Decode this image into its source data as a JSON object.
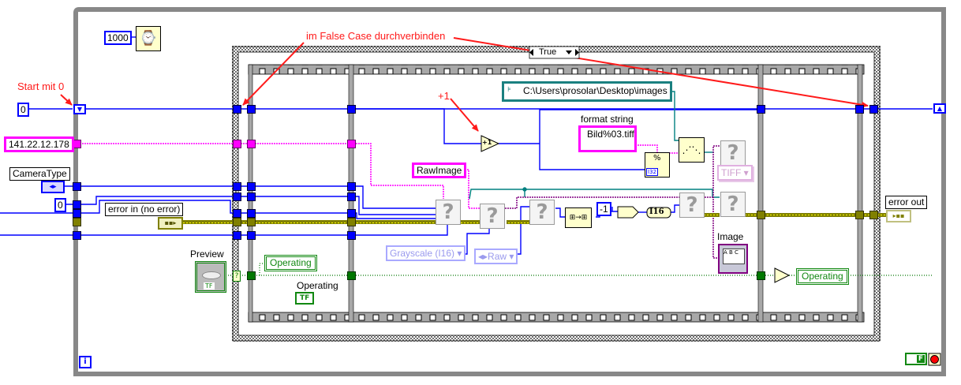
{
  "diagram": {
    "wait_ms_constant": "1000",
    "wait_icon": "wait-ms-watch-icon",
    "shift_register_init": "0",
    "ip_address": "141.22.12.178",
    "camera_type_label": "CameraType",
    "camera_type_enum_icon": "enum-arrows-icon",
    "zero_constant": "0",
    "error_in_label": "error in (no error)",
    "error_out_label": "error out",
    "preview_label": "Preview",
    "preview_tf": "TF",
    "operating_local": "Operating",
    "operating_label": "Operating",
    "operating_tf": "TF",
    "operating_out": "Operating",
    "case_selector": "True",
    "path_constant": "C:\\Users\\prosolar\\Desktop\\images",
    "format_string_label": "format string",
    "format_string_value": "Bild%03.tiff",
    "raw_image_constant": "RawImage",
    "grayscale_ring": "Grayscale (I16)",
    "raw_ring": "Raw",
    "tiff_ring": "TIFF",
    "neg_one_constant": "-1",
    "i16_label": "I16",
    "image_label": "Image",
    "increment_symbol": "+1",
    "iteration_terminal": "i",
    "stop_tf": "F",
    "format_icon_text": "%",
    "format_i32": "I32",
    "unknown_node_glyph": "?",
    "colors": {
      "numeric_wire": "#0000ff",
      "string_wire": "#ff00ff",
      "path_wire": "#008080",
      "error_wire": "#808000",
      "boolean_wire": "#007700",
      "image_wire": "#800080",
      "annotation": "#ff1a1a",
      "structure_gray": "#808080"
    }
  },
  "annotations": {
    "start": "Start mit 0",
    "false_case": "im False Case durchverbinden",
    "plus_one": "+1"
  }
}
